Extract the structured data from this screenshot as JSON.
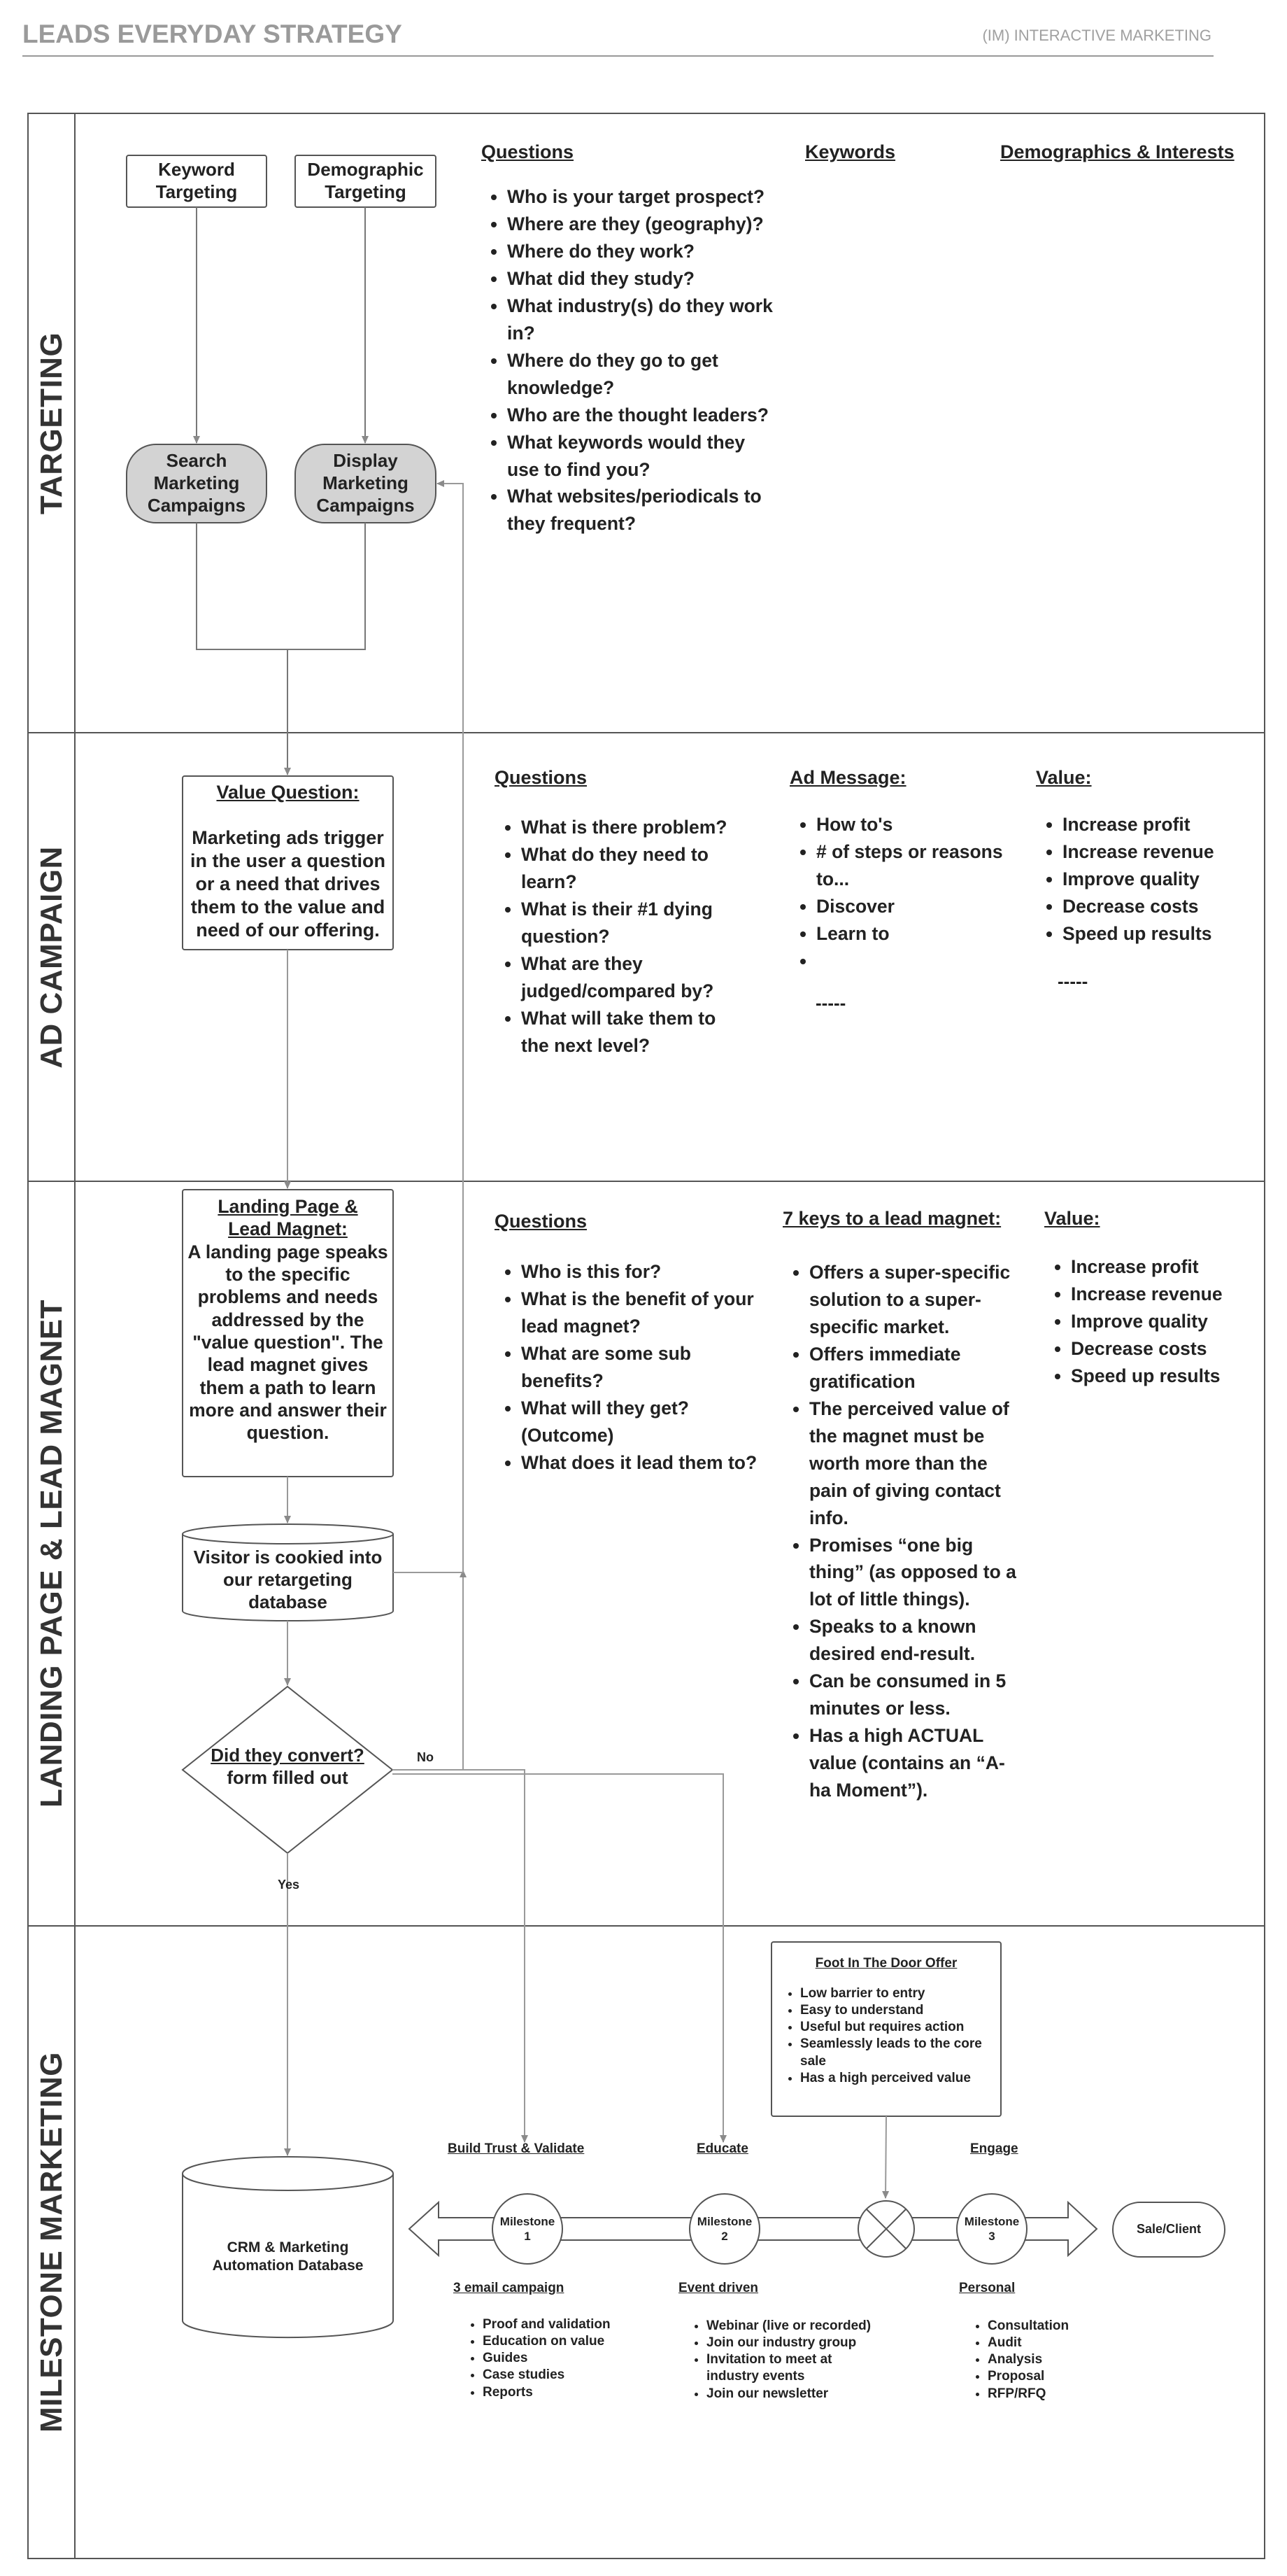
{
  "header": {
    "title": "LEADS EVERYDAY STRATEGY",
    "subtitle": "(IM) INTERACTIVE MARKETING"
  },
  "lanes": {
    "targeting": "TARGETING",
    "ad_campaign": "AD CAMPAIGN",
    "landing": "LANDING PAGE & LEAD MAGNET",
    "milestone": "MILESTONE MARKETING"
  },
  "targeting": {
    "keyword_box": "Keyword Targeting",
    "demographic_box": "Demographic Targeting",
    "search_campaigns": "Search Marketing Campaigns",
    "display_campaigns": "Display Marketing Campaigns",
    "questions_heading": "Questions",
    "keywords_heading": "Keywords",
    "demographics_heading": "Demographics & Interests",
    "questions": [
      "Who is your target prospect?",
      "Where are they (geography)?",
      "Where do they work?",
      "What did they study?",
      "What industry(s) do they work in?",
      "Where do they go to get knowledge?",
      "Who are the thought leaders?",
      "What keywords would they use to find you?",
      "What websites/periodicals to they frequent?"
    ]
  },
  "ad_campaign": {
    "value_question_title": "Value Question:",
    "value_question_body": "Marketing ads trigger in the user a question or a need that drives them to the value and need of our offering.",
    "questions_heading": "Questions",
    "questions": [
      "What is there problem?",
      "What do they need to learn?",
      "What is their #1 dying question?",
      "What are they judged/compared by?",
      "What will take them to the next level?"
    ],
    "ad_message_heading": "Ad Message:",
    "ad_message": [
      "How to's",
      "# of steps or reasons to...",
      "Discover",
      "Learn to",
      ""
    ],
    "ad_message_dash": "-----",
    "value_heading": "Value:",
    "value": [
      "Increase profit",
      "Increase revenue",
      "Improve quality",
      "Decrease costs",
      "Speed up results"
    ],
    "value_dash": "-----"
  },
  "landing": {
    "box_title": "Landing  Page & Lead Magnet:",
    "box_body": "A landing page speaks to the specific problems and needs addressed by the \"value question\". The lead magnet gives them a path to learn  more and answer their question.",
    "cookie_box": "Visitor is cookied into our retargeting database",
    "convert_title": "Did they convert?",
    "convert_body": "form filled out",
    "no_label": "No",
    "yes_label": "Yes",
    "questions_heading": "Questions",
    "questions": [
      "Who is this for?",
      "What is the benefit of your lead magnet?",
      "What are some sub benefits?",
      "What will they get? (Outcome)",
      "What does it lead them to?"
    ],
    "keys_heading": "7 keys to a lead magnet:",
    "keys": [
      "Offers a super-specific solution to a super-specific market.",
      "Offers immediate gratification",
      "The perceived value of the magnet must be worth more than the pain of giving contact info.",
      "Promises “one big thing” (as opposed to a lot of little things).",
      "Speaks to a known desired end-result.",
      "Can be consumed in 5 minutes or less.",
      "Has a high ACTUAL value (contains an “A-ha Moment”)."
    ],
    "value_heading": "Value:",
    "value": [
      "Increase profit",
      "Increase revenue",
      "Improve quality",
      "Decrease costs",
      "Speed up results"
    ]
  },
  "milestone": {
    "crm": "CRM & Marketing Automation Database",
    "foot_title": "Foot In The Door Offer",
    "foot_items": [
      "Low barrier to entry",
      "Easy to understand",
      "Useful but requires action",
      "Seamlessly leads to the core sale",
      "Has a high perceived value"
    ],
    "milestone1": "Milestone 1",
    "milestone2": "Milestone 2",
    "milestone3": "Milestone 3",
    "sale": "Sale/Client",
    "build_trust": "Build Trust & Validate",
    "educate": "Educate",
    "engage": "Engage",
    "email_heading": "3 email campaign",
    "email_items": [
      "Proof and validation",
      "Education on value",
      "Guides",
      "Case studies",
      "Reports"
    ],
    "event_heading": "Event driven",
    "event_items": [
      "Webinar (live or recorded)",
      "Join our industry group",
      "Invitation to meet at industry events",
      "Join our newsletter"
    ],
    "personal_heading": "Personal",
    "personal_items": [
      "Consultation",
      "Audit",
      "Analysis",
      "Proposal",
      "RFP/RFQ"
    ]
  },
  "colors": {
    "line": "#555555",
    "connector": "#9a9a9a",
    "pill_fill": "#d3d3d3",
    "header_gray": "#9a9a9a"
  }
}
